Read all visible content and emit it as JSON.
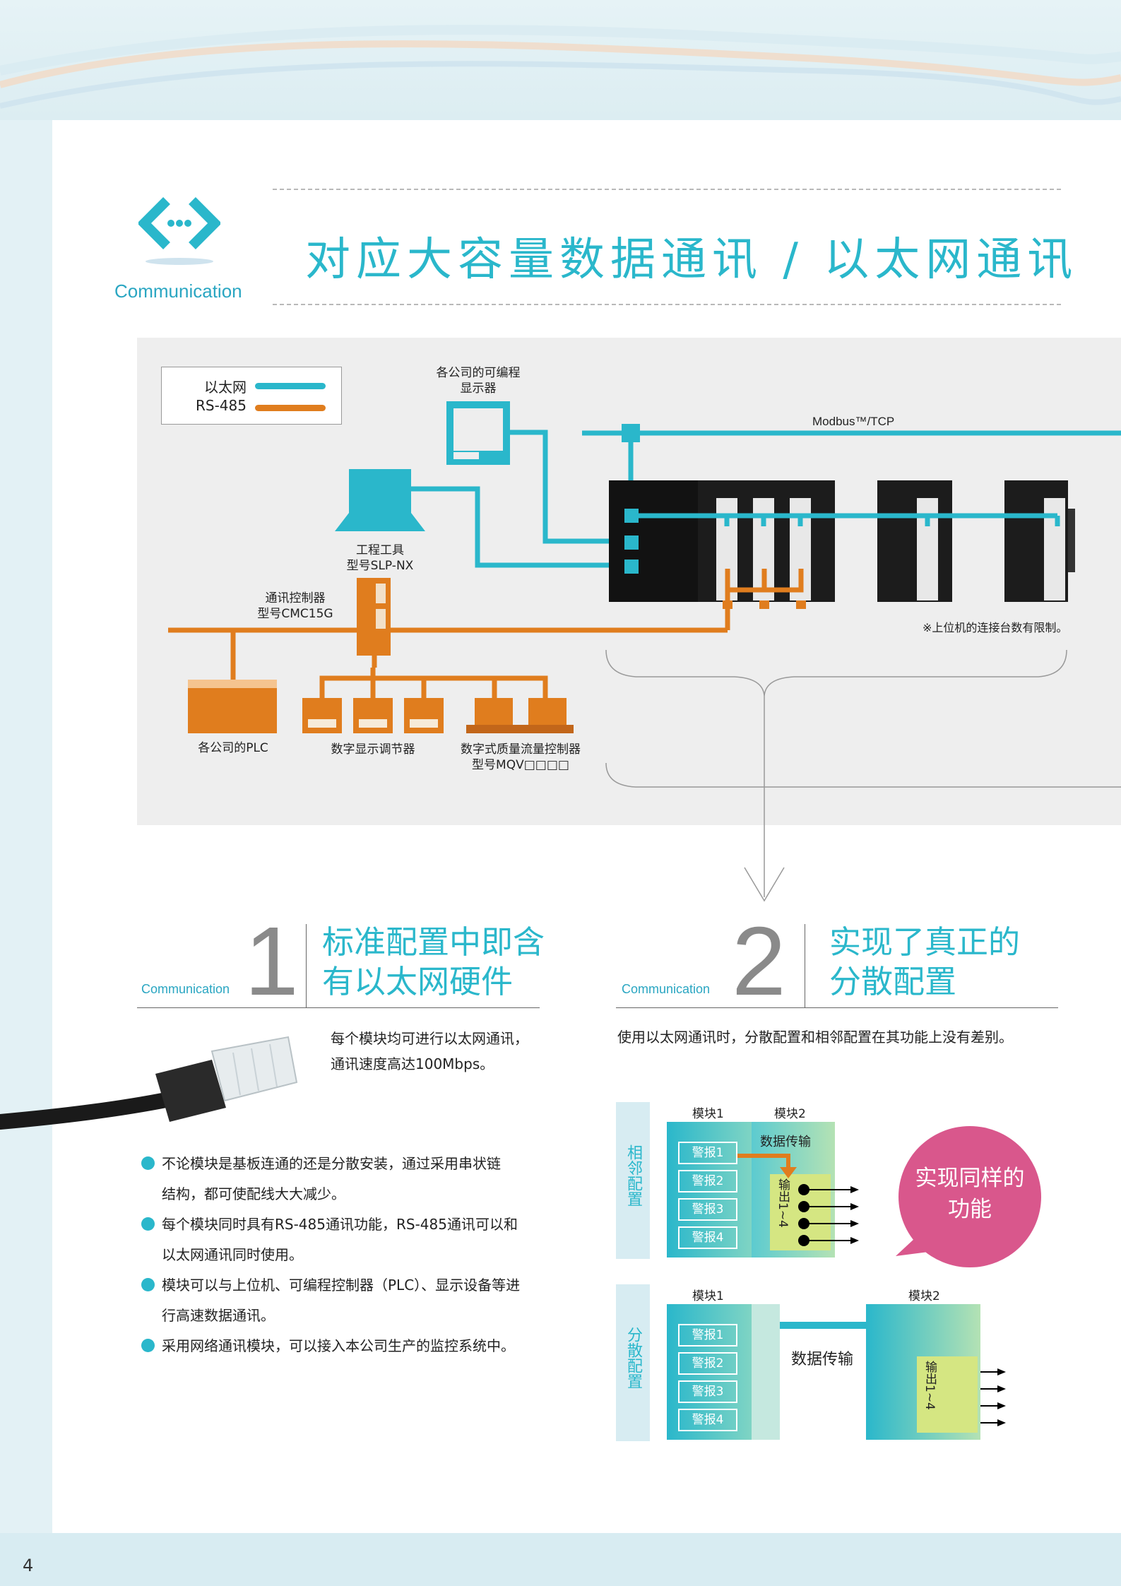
{
  "header": {
    "category": "Communication",
    "title": "对应大容量数据通讯 / 以太网通讯"
  },
  "legend": {
    "ethernet": "以太网",
    "rs485": "RS-485"
  },
  "diagram": {
    "display_label_1": "各公司的可编程",
    "display_label_2": "显示器",
    "protocol": "Modbus™/TCP",
    "tool_label_1": "工程工具",
    "tool_label_2": "型号SLP-NX",
    "controller_label_1": "通讯控制器",
    "controller_label_2": "型号CMC15G",
    "plc_label": "各公司的PLC",
    "indicator_label": "数字显示调节器",
    "mfc_label_1": "数字式质量流量控制器",
    "mfc_label_2": "型号MQV□□□□",
    "note": "※上位机的连接台数有限制。"
  },
  "section1": {
    "category": "Communication",
    "number": "1",
    "title_1": "标准配置中即含",
    "title_2": "有以太网硬件",
    "desc_1": "每个模块均可进行以太网通讯，",
    "desc_2": "通讯速度高达100Mbps。",
    "bullets": [
      {
        "line1": "不论模块是基板连通的还是分散安装，通过采用串状链",
        "line2": "结构，都可使配线大大减少。"
      },
      {
        "line1": "每个模块同时具有RS-485通讯功能，RS-485通讯可以和",
        "line2": "以太网通讯同时使用。"
      },
      {
        "line1": "模块可以与上位机、可编程控制器（PLC）、显示设备等进",
        "line2": "行高速数据通讯。"
      },
      {
        "line1": "采用网络通讯模块，可以接入本公司生产的监控系统中。",
        "line2": ""
      }
    ]
  },
  "section2": {
    "category": "Communication",
    "number": "2",
    "title_1": "实现了真正的",
    "title_2": "分散配置",
    "desc": "使用以太网通讯时，分散配置和相邻配置在其功能上没有差别。",
    "adjacent_label": "相邻配置",
    "distributed_label": "分散配置",
    "module1": "模块1",
    "module2": "模块2",
    "data_transfer": "数据传输",
    "alarms": [
      "警报1",
      "警报2",
      "警报3",
      "警报4"
    ],
    "output_label": "输出1~4",
    "bubble_1": "实现同样的",
    "bubble_2": "功能"
  },
  "page_number": "4",
  "colors": {
    "ethernet": "#2ab7cb",
    "rs485": "#e07d1e",
    "accent": "#2ab7cb",
    "bubble": "#d9578c"
  }
}
